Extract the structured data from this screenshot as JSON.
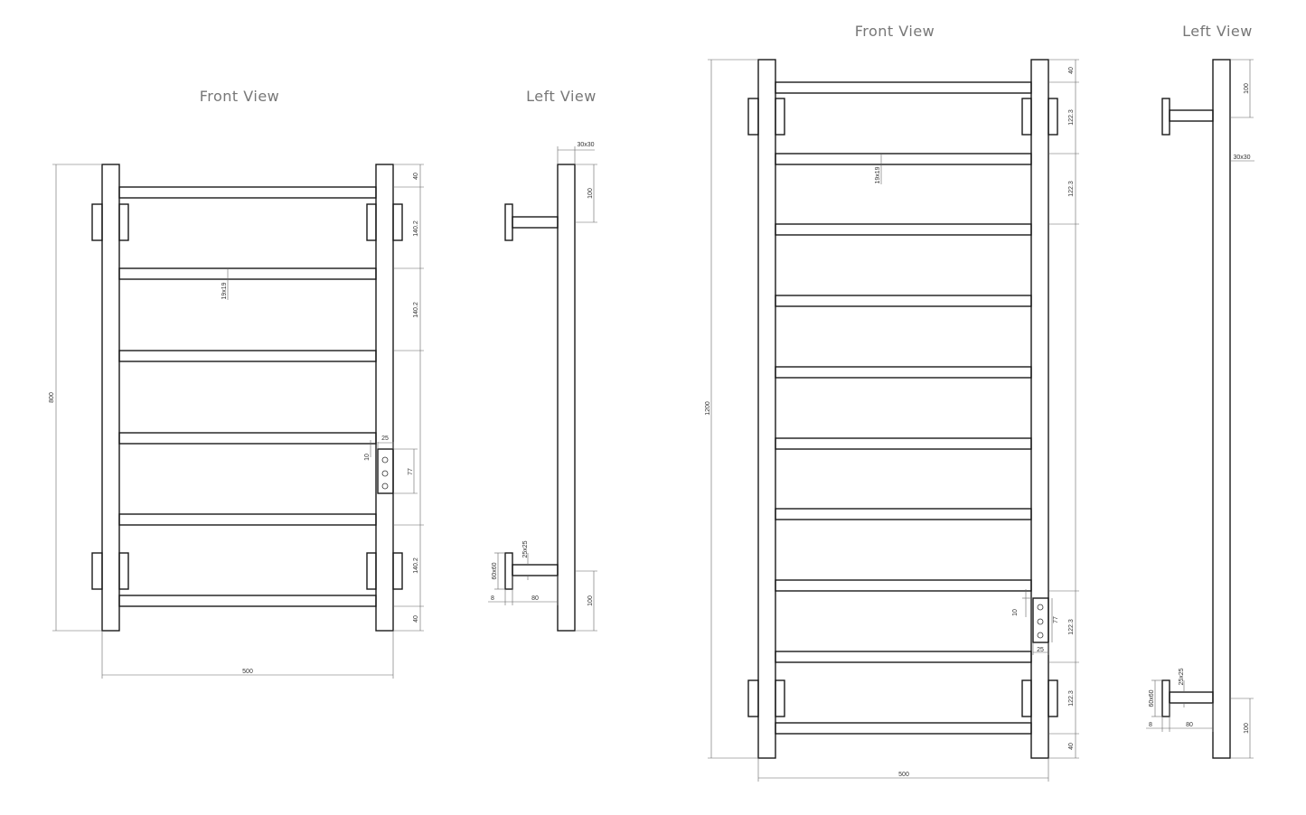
{
  "drawing_a": {
    "front_title": "Front View",
    "left_title": "Left View",
    "dims": {
      "height": "800",
      "width": "500",
      "top": "40",
      "gap1": "140.2",
      "gap2": "140.2",
      "rail": "19x19",
      "box_w": "25",
      "box_off": "10",
      "box_h": "77",
      "gap_low": "140.2",
      "bottom": "40",
      "post": "30x30",
      "side_top": "100",
      "bracket": "25x25",
      "plate": "60x60",
      "plate_t": "8",
      "standoff": "80",
      "side_bottom": "100"
    }
  },
  "drawing_b": {
    "front_title": "Front View",
    "left_title": "Left View",
    "dims": {
      "height": "1200",
      "width": "500",
      "top": "40",
      "gap1": "122.3",
      "gap2": "122.3",
      "rail": "19x19",
      "box_off": "10",
      "box_h": "77",
      "box_gap": "122.3",
      "box_w": "25",
      "gap_low": "122.3",
      "bottom": "40",
      "side_top": "100",
      "post": "30x30",
      "bracket": "25x25",
      "plate": "60x60",
      "plate_t": "8",
      "standoff": "80",
      "side_bottom": "100"
    }
  }
}
